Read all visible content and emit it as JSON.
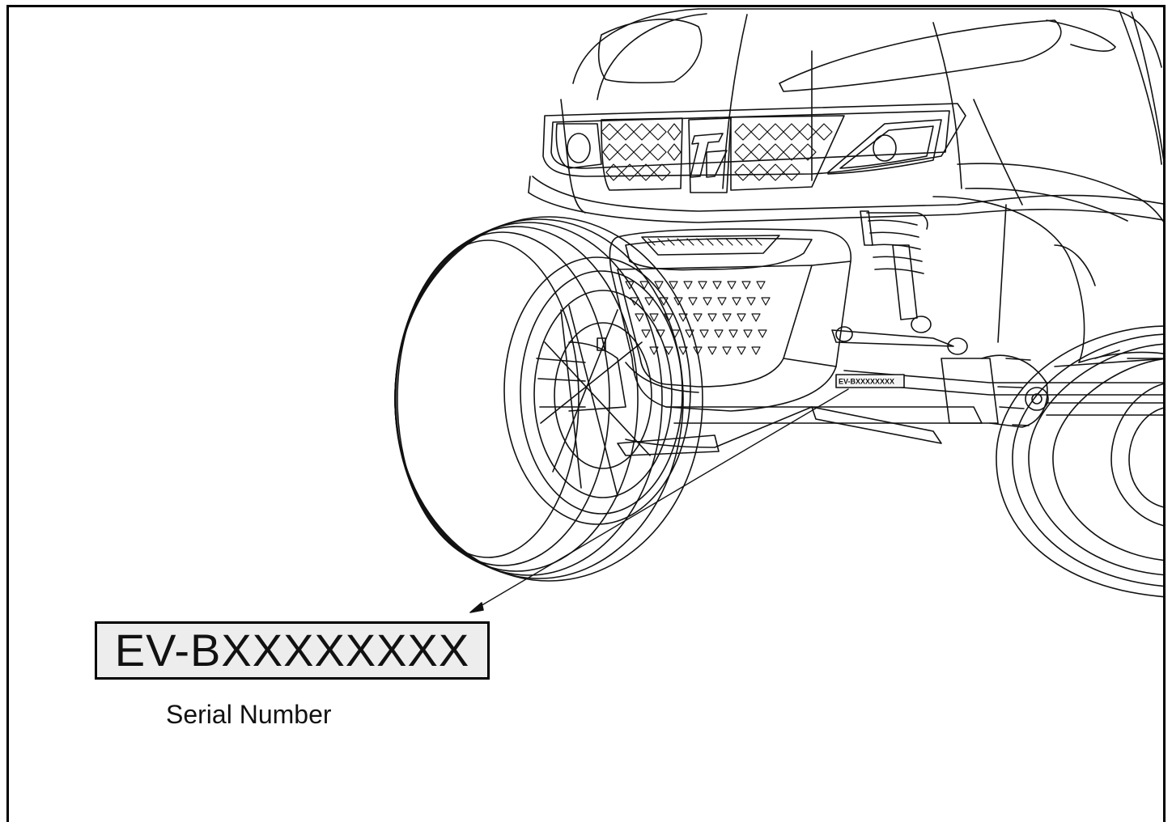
{
  "label": {
    "serial_value": "EV-BXXXXXXXX",
    "caption": "Serial Number",
    "plate_text": "EV-BXXXXXXXX"
  },
  "colors": {
    "line": "#111111",
    "label_fill": "#ededed",
    "background": "#ffffff"
  }
}
